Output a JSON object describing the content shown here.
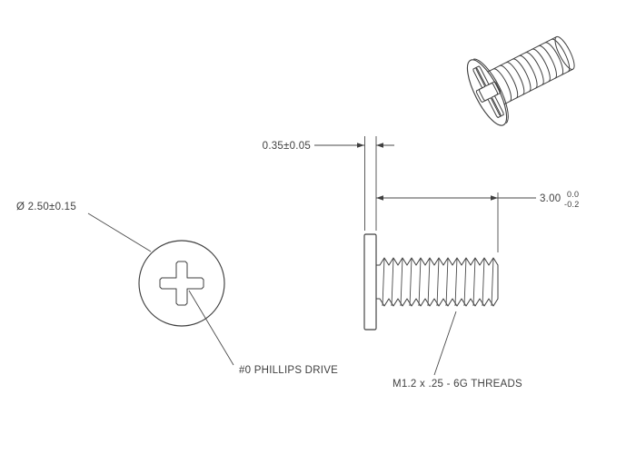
{
  "drawing": {
    "title": "flat-head-screw-drawing",
    "line_color": "#3f3f3f",
    "text_color": "#3f3f3f",
    "background_color": "#ffffff",
    "labels": {
      "head_thickness": "0.35±0.05",
      "length_nominal": "3.00",
      "length_tol_upper": "0.0",
      "length_tol_lower": "-0.2",
      "head_diameter": "Ø 2.50±0.15",
      "drive": "#0 PHILLIPS DRIVE",
      "thread": "M1.2 x .25 - 6G THREADS"
    }
  }
}
